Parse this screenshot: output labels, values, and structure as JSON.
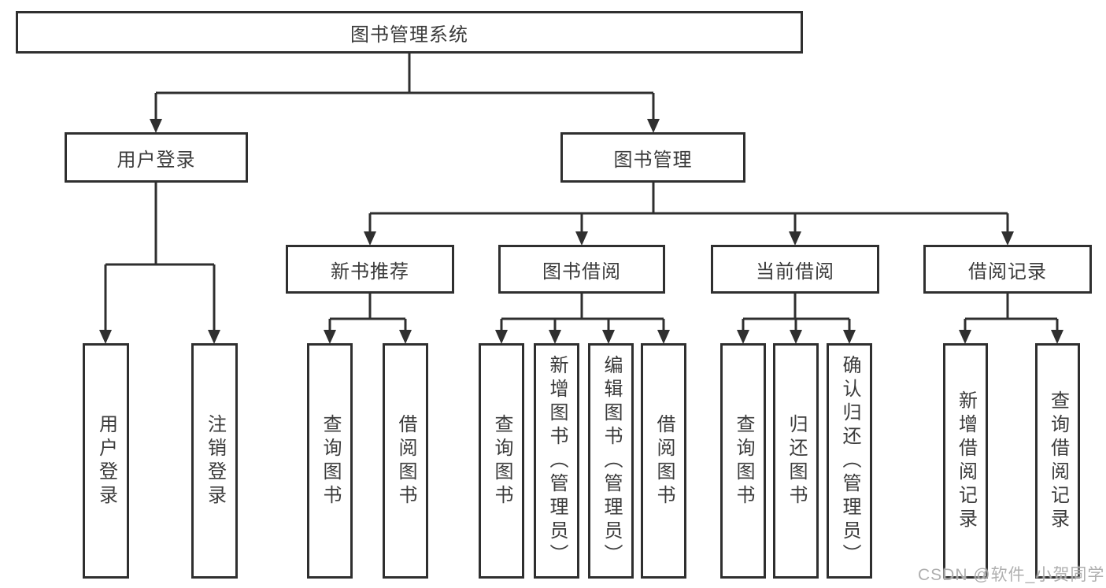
{
  "watermark": "CSDN @软件_小贺同学",
  "colors": {
    "line": "#2f2f2f",
    "border": "#2f2f2f",
    "text": "#3b3b3b",
    "background": "#ffffff",
    "watermark": "#a6a6a6"
  },
  "tree": {
    "root": "图书管理系统",
    "branches": [
      {
        "label": "用户登录",
        "children": [
          "用户登录",
          "注销登录"
        ]
      },
      {
        "label": "图书管理",
        "groups": [
          {
            "label": "新书推荐",
            "children": [
              "查询图书",
              "借阅图书"
            ]
          },
          {
            "label": "图书借阅",
            "children": [
              "查询图书",
              "新增图书（管理员）",
              "编辑图书（管理员）",
              "借阅图书"
            ]
          },
          {
            "label": "当前借阅",
            "children": [
              "查询图书",
              "归还图书",
              "确认归还（管理员）"
            ]
          },
          {
            "label": "借阅记录",
            "children": [
              "新增借阅记录",
              "查询借阅记录"
            ]
          }
        ]
      }
    ]
  }
}
